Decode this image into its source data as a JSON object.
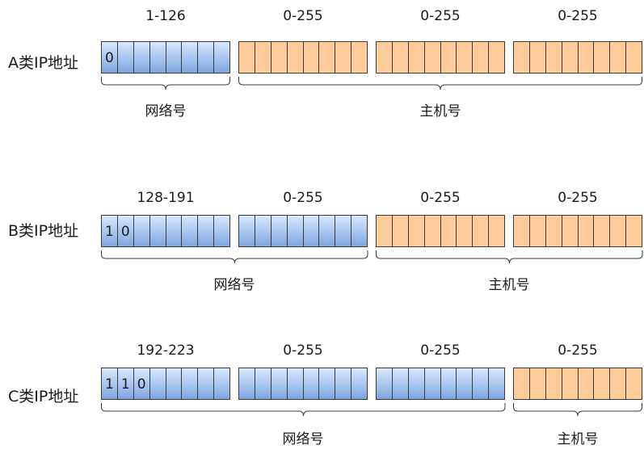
{
  "rows": [
    {
      "label": "A类IP地址",
      "ranges": [
        "1-126",
        "0-255",
        "0-255",
        "0-255"
      ],
      "octet_types": [
        "net",
        "host",
        "host",
        "host"
      ],
      "leading_bits": [
        "0"
      ],
      "network_label": "网络号",
      "host_label": "主机号",
      "network_octets": 1
    },
    {
      "label": "B类IP地址",
      "ranges": [
        "128-191",
        "0-255",
        "0-255",
        "0-255"
      ],
      "octet_types": [
        "net",
        "net",
        "host",
        "host"
      ],
      "leading_bits": [
        "1",
        "0"
      ],
      "network_label": "网络号",
      "host_label": "主机号",
      "network_octets": 2
    },
    {
      "label": "C类IP地址",
      "ranges": [
        "192-223",
        "0-255",
        "0-255",
        "0-255"
      ],
      "octet_types": [
        "net",
        "net",
        "net",
        "host"
      ],
      "leading_bits": [
        "1",
        "1",
        "0"
      ],
      "network_label": "网络号",
      "host_label": "主机号",
      "network_octets": 3
    }
  ],
  "colors": {
    "network_top": "#dae8fc",
    "network_bottom": "#7ea6e0",
    "host": "#ffcc99",
    "stroke": "#3a3a3a"
  }
}
